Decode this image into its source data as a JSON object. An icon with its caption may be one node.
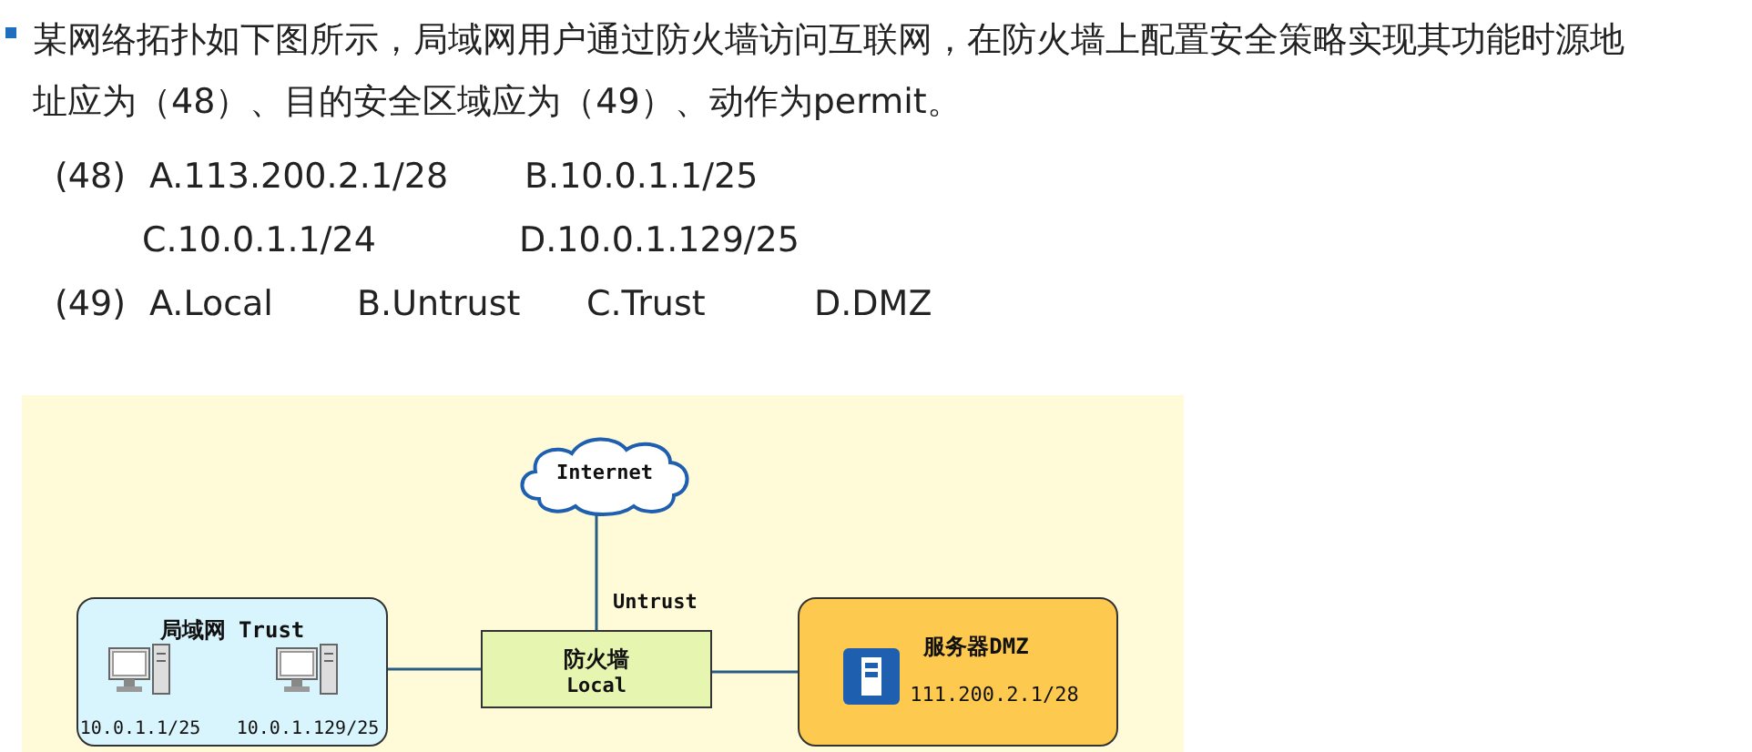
{
  "diagram": {
    "nodes": [
      {
        "text": [
          "Internet"
        ]
      },
      {
        "text": [
          "局域网 Trust"
        ]
      },
      {
        "text": [],
        "shape": "computer",
        "in": 1,
        "beside": [
          "10.0.1.1/25"
        ]
      },
      {
        "text": [],
        "shape": "computer",
        "in": 1,
        "beside": [
          "10.0.1.129/25"
        ]
      },
      {
        "text": [
          "防火墙",
          "Local"
        ]
      },
      {
        "text": [
          "服务器DMZ",
          "111.200.2.1/28"
        ]
      },
      {
        "text": [],
        "shape": "server",
        "in": 5
      }
    ],
    "edges": [
      {
        "from": 0,
        "to": 4,
        "arrow": "none",
        "label": "Untrust"
      },
      {
        "from": 1,
        "to": 4,
        "arrow": "none"
      },
      {
        "from": 4,
        "to": 5,
        "arrow": "none"
      }
    ],
    "labels": [
      "某网络拓扑如下图所示，局域网用户通过防火墙访问互联网，在防火墙上配置安全策略实现其功能时源地址应为（48）、目的安全区域应为（49）、动作为permit。",
      "(48)",
      "A.113.200.2.1/28",
      "B.10.0.1.1/25",
      "C.10.0.1.1/24",
      "D.10.0.1.129/25",
      "(49)",
      "A.Local",
      "B.Untrust",
      "C.Trust",
      "D.DMZ"
    ]
  }
}
